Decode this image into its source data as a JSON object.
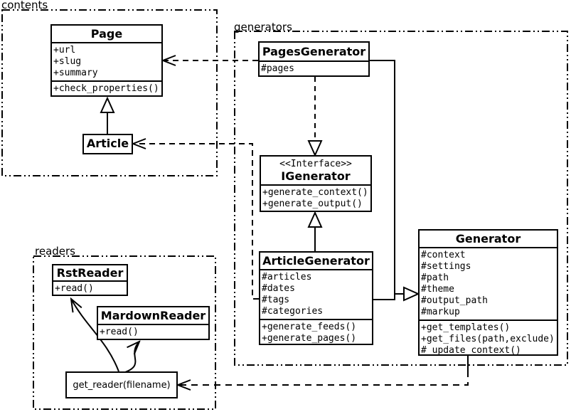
{
  "packages": {
    "contents": {
      "label": "contents"
    },
    "generators": {
      "label": "generators"
    },
    "readers": {
      "label": "readers"
    }
  },
  "classes": {
    "page": {
      "name": "Page",
      "attributes": [
        "+url",
        "+slug",
        "+summary"
      ],
      "methods": [
        "+check_properties()"
      ]
    },
    "article": {
      "name": "Article"
    },
    "pages_generator": {
      "name": "PagesGenerator",
      "attributes": [
        "#pages"
      ]
    },
    "igenerator": {
      "stereotype": "<<Interface>>",
      "name": "IGenerator",
      "methods": [
        "+generate_context()",
        "+generate_output()"
      ]
    },
    "article_generator": {
      "name": "ArticleGenerator",
      "attributes": [
        "#articles",
        "#dates",
        "#tags",
        "#categories"
      ],
      "methods": [
        "+generate_feeds()",
        "+generate_pages()"
      ]
    },
    "generator": {
      "name": "Generator",
      "attributes": [
        "#context",
        "#settings",
        "#path",
        "#theme",
        "#output_path",
        "#markup"
      ],
      "methods": [
        "+get_templates()",
        "+get_files(path,exclude)",
        "#_update_context()"
      ]
    },
    "rst_reader": {
      "name": "RstReader",
      "methods": [
        "+read()"
      ]
    },
    "markdown_reader": {
      "name": "MardownReader",
      "methods": [
        "+read()"
      ]
    },
    "get_reader": {
      "label": "get_reader(filename)"
    }
  },
  "relationships": [
    {
      "from": "Article",
      "to": "Page",
      "type": "inheritance-solid-hollow-triangle"
    },
    {
      "from": "PagesGenerator",
      "to": "Page",
      "type": "dependency-dashed-open-arrow"
    },
    {
      "from": "PagesGenerator",
      "to": "IGenerator",
      "type": "realization-dashed-hollow-triangle"
    },
    {
      "from": "ArticleGenerator",
      "to": "IGenerator",
      "type": "inheritance-solid-hollow-triangle"
    },
    {
      "from": "PagesGenerator",
      "to": "Generator",
      "type": "inheritance-solid-hollow-triangle"
    },
    {
      "from": "ArticleGenerator",
      "to": "Generator",
      "type": "inheritance-solid-hollow-triangle"
    },
    {
      "from": "ArticleGenerator",
      "to": "Article",
      "type": "dependency-dashed-open-arrow"
    },
    {
      "from": "Generator",
      "to": "get_reader(filename)",
      "type": "dependency-dashed-open-arrow"
    },
    {
      "from": "get_reader(filename)",
      "to": "RstReader",
      "type": "curved-open-arrow"
    },
    {
      "from": "get_reader(filename)",
      "to": "MardownReader",
      "type": "curved-open-arrow"
    }
  ],
  "colors": {
    "line": "#000000",
    "background": "#ffffff",
    "box_fill": "#ffffff"
  }
}
